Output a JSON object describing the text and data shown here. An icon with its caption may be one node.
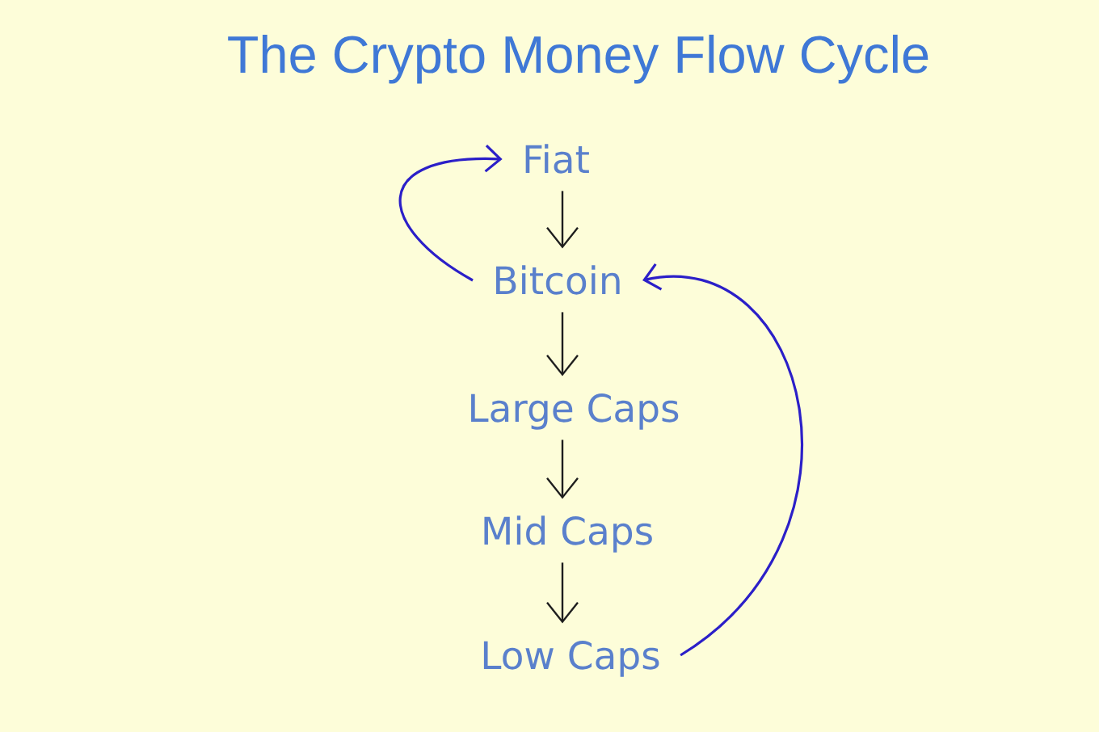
{
  "diagram": {
    "title": "The Crypto Money Flow Cycle",
    "nodes": [
      {
        "text": [
          "Fiat"
        ]
      },
      {
        "text": [
          "Bitcoin"
        ]
      },
      {
        "text": [
          "Large Caps"
        ]
      },
      {
        "text": [
          "Mid Caps"
        ]
      },
      {
        "text": [
          "Low Caps"
        ]
      }
    ],
    "edges": [
      {
        "from": 0,
        "to": 1,
        "arrow": "to"
      },
      {
        "from": 1,
        "to": 2,
        "arrow": "to"
      },
      {
        "from": 2,
        "to": 3,
        "arrow": "to"
      },
      {
        "from": 3,
        "to": 4,
        "arrow": "to"
      },
      {
        "from": 1,
        "to": 0,
        "arrow": "to",
        "color": "#2b1fc8"
      },
      {
        "from": 4,
        "to": 1,
        "arrow": "to",
        "color": "#2b1fc8"
      }
    ]
  }
}
